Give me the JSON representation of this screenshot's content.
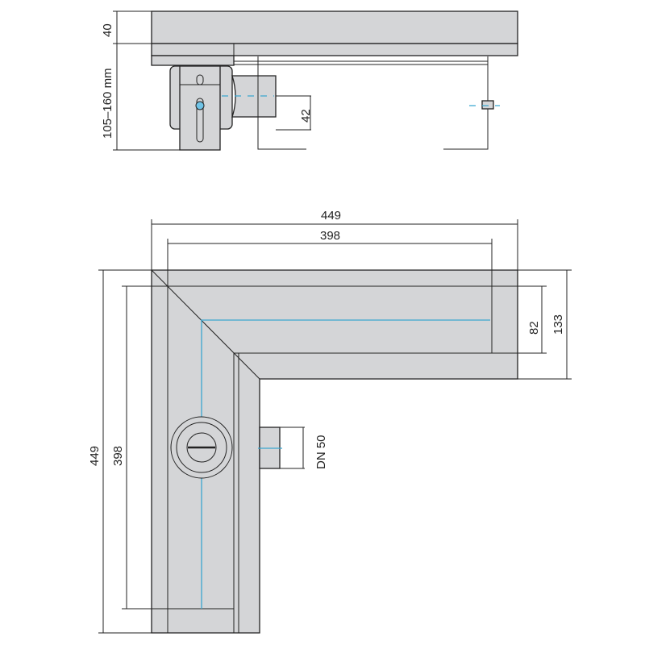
{
  "side_view": {
    "dim_height_grate": "40",
    "dim_height_total": "105–160 mm",
    "dim_outlet_height": "42"
  },
  "plan_view": {
    "dim_outer_width": "449",
    "dim_inner_width": "398",
    "dim_outer_height": "449",
    "dim_inner_height": "398",
    "dim_channel_inner": "82",
    "dim_channel_outer": "133",
    "dim_outlet": "DN 50"
  },
  "colors": {
    "fill": "#d4d5d7",
    "centerline": "#3aa6d0"
  }
}
